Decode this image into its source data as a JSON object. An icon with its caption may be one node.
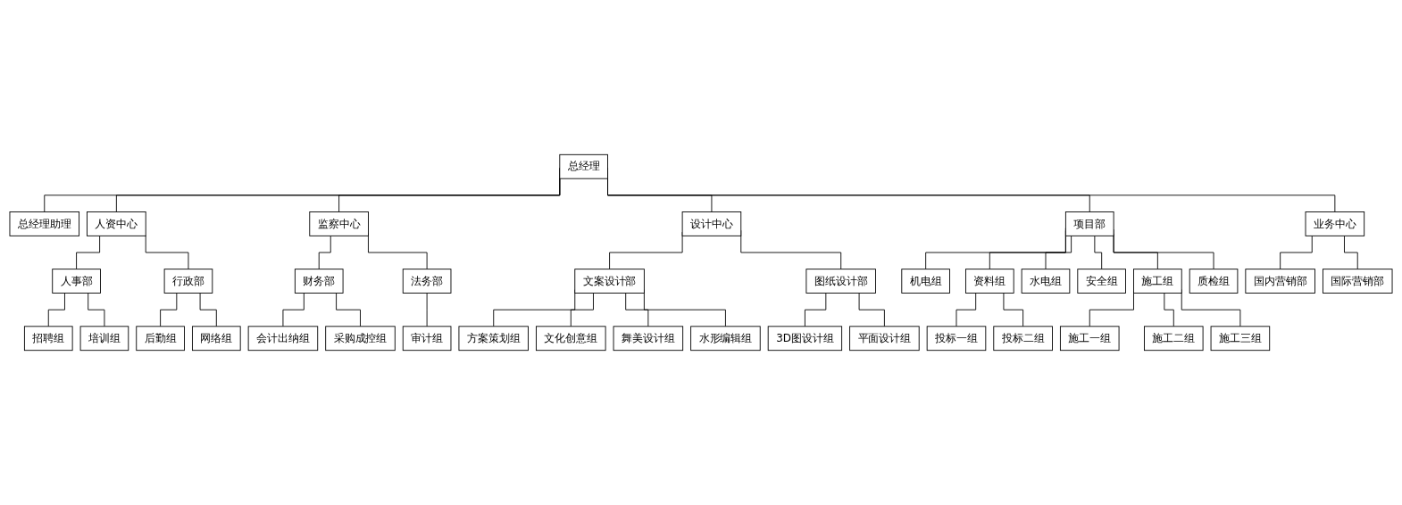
{
  "diagram": {
    "nodes": [
      {
        "text": [
          "总经理"
        ]
      },
      {
        "text": [
          "总经理助理"
        ]
      },
      {
        "text": [
          "人资中心"
        ]
      },
      {
        "text": [
          "监察中心"
        ]
      },
      {
        "text": [
          "设计中心"
        ]
      },
      {
        "text": [
          "项目部"
        ]
      },
      {
        "text": [
          "业务中心"
        ]
      },
      {
        "text": [
          "人事部"
        ]
      },
      {
        "text": [
          "行政部"
        ]
      },
      {
        "text": [
          "财务部"
        ]
      },
      {
        "text": [
          "法务部"
        ]
      },
      {
        "text": [
          "文案设计部"
        ]
      },
      {
        "text": [
          "图纸设计部"
        ]
      },
      {
        "text": [
          "机电组"
        ]
      },
      {
        "text": [
          "资料组"
        ]
      },
      {
        "text": [
          "水电组"
        ]
      },
      {
        "text": [
          "安全组"
        ]
      },
      {
        "text": [
          "施工组"
        ]
      },
      {
        "text": [
          "质检组"
        ]
      },
      {
        "text": [
          "国内营销部"
        ]
      },
      {
        "text": [
          "国际营销部"
        ]
      },
      {
        "text": [
          "招聘组"
        ]
      },
      {
        "text": [
          "培训组"
        ]
      },
      {
        "text": [
          "后勤组"
        ]
      },
      {
        "text": [
          "网络组"
        ]
      },
      {
        "text": [
          "会计出纳组"
        ]
      },
      {
        "text": [
          "采购成控组"
        ]
      },
      {
        "text": [
          "审计组"
        ]
      },
      {
        "text": [
          "方案策划组"
        ]
      },
      {
        "text": [
          "文化创意组"
        ]
      },
      {
        "text": [
          "舞美设计组"
        ]
      },
      {
        "text": [
          "水形编辑组"
        ]
      },
      {
        "text": [
          "3D图设计组"
        ]
      },
      {
        "text": [
          "平面设计组"
        ]
      },
      {
        "text": [
          "投标一组"
        ]
      },
      {
        "text": [
          "投标二组"
        ]
      },
      {
        "text": [
          "施工一组"
        ]
      },
      {
        "text": [
          "施工二组"
        ]
      },
      {
        "text": [
          "施工三组"
        ]
      }
    ],
    "edges": [
      {
        "from": 0,
        "to": 1,
        "arrow": "none"
      },
      {
        "from": 0,
        "to": 2,
        "arrow": "none"
      },
      {
        "from": 0,
        "to": 3,
        "arrow": "none"
      },
      {
        "from": 0,
        "to": 4,
        "arrow": "none"
      },
      {
        "from": 0,
        "to": 5,
        "arrow": "none"
      },
      {
        "from": 0,
        "to": 6,
        "arrow": "none"
      },
      {
        "from": 2,
        "to": 7,
        "arrow": "none"
      },
      {
        "from": 2,
        "to": 8,
        "arrow": "none"
      },
      {
        "from": 3,
        "to": 9,
        "arrow": "none"
      },
      {
        "from": 3,
        "to": 10,
        "arrow": "none"
      },
      {
        "from": 4,
        "to": 11,
        "arrow": "none"
      },
      {
        "from": 4,
        "to": 12,
        "arrow": "none"
      },
      {
        "from": 5,
        "to": 13,
        "arrow": "none"
      },
      {
        "from": 5,
        "to": 14,
        "arrow": "none"
      },
      {
        "from": 5,
        "to": 15,
        "arrow": "none"
      },
      {
        "from": 5,
        "to": 16,
        "arrow": "none"
      },
      {
        "from": 5,
        "to": 17,
        "arrow": "none"
      },
      {
        "from": 5,
        "to": 18,
        "arrow": "none"
      },
      {
        "from": 6,
        "to": 19,
        "arrow": "none"
      },
      {
        "from": 6,
        "to": 20,
        "arrow": "none"
      },
      {
        "from": 7,
        "to": 21,
        "arrow": "none"
      },
      {
        "from": 7,
        "to": 22,
        "arrow": "none"
      },
      {
        "from": 8,
        "to": 23,
        "arrow": "none"
      },
      {
        "from": 8,
        "to": 24,
        "arrow": "none"
      },
      {
        "from": 9,
        "to": 25,
        "arrow": "none"
      },
      {
        "from": 9,
        "to": 26,
        "arrow": "none"
      },
      {
        "from": 10,
        "to": 27,
        "arrow": "none"
      },
      {
        "from": 11,
        "to": 28,
        "arrow": "none"
      },
      {
        "from": 11,
        "to": 29,
        "arrow": "none"
      },
      {
        "from": 11,
        "to": 30,
        "arrow": "none"
      },
      {
        "from": 11,
        "to": 31,
        "arrow": "none"
      },
      {
        "from": 12,
        "to": 32,
        "arrow": "none"
      },
      {
        "from": 12,
        "to": 33,
        "arrow": "none"
      },
      {
        "from": 14,
        "to": 34,
        "arrow": "none"
      },
      {
        "from": 14,
        "to": 35,
        "arrow": "none"
      },
      {
        "from": 17,
        "to": 36,
        "arrow": "none"
      },
      {
        "from": 17,
        "to": 37,
        "arrow": "none"
      },
      {
        "from": 17,
        "to": 38,
        "arrow": "none"
      }
    ]
  }
}
